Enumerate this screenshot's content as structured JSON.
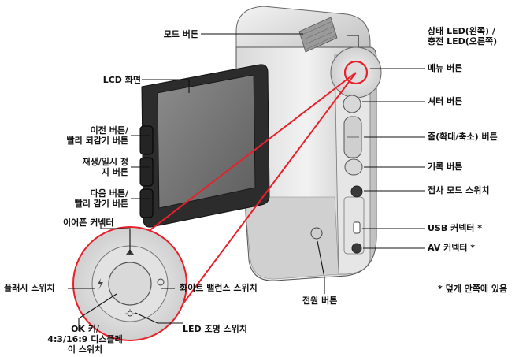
{
  "labels": {
    "mode_button": "모드 버튼",
    "lcd_screen": "LCD 화면",
    "prev_button_1": "이전 버튼/",
    "prev_button_2": "빨리 되감기 버튼",
    "play_pause_1": "재생/일시 정",
    "play_pause_2": "지 버튼",
    "next_button_1": "다음 버튼/",
    "next_button_2": "빨리 감기 버튼",
    "earphone_connector": "이어폰 커넥터",
    "flash_switch": "플래시 스위치",
    "white_balance_switch": "화이트 밸런스 스위치",
    "ok_key_1": "OK 키/",
    "ok_key_2": "4:3/16:9 디스플레",
    "ok_key_3": "이 스위치",
    "led_light_switch": "LED 조명 스위치",
    "power_button": "전원 버튼",
    "status_led_1": "상태 LED(왼쪽) /",
    "status_led_2": "충전 LED(오른쪽)",
    "menu_button": "메뉴 버튼",
    "shutter_button": "셔터 버튼",
    "zoom_button": "줌(확대/축소) 버튼",
    "record_button": "기록 버튼",
    "macro_switch": "접사 모드 스위치",
    "usb_connector": "USB 커넥터 *",
    "av_connector": "AV 커넥터 *",
    "note": "* 덮개 안쪽에 있음"
  },
  "colors": {
    "highlight": "#e8202a",
    "body_light": "#e8e8e8",
    "body_mid": "#c4c4c4",
    "body_dark": "#8a8a8a",
    "lcd_frame": "#2c2c2c",
    "lcd_screen": "#7a7a7a"
  },
  "icons": [
    "speaker-grille",
    "up-arrow-icon",
    "flash-icon",
    "white-balance-icon",
    "led-light-icon"
  ]
}
